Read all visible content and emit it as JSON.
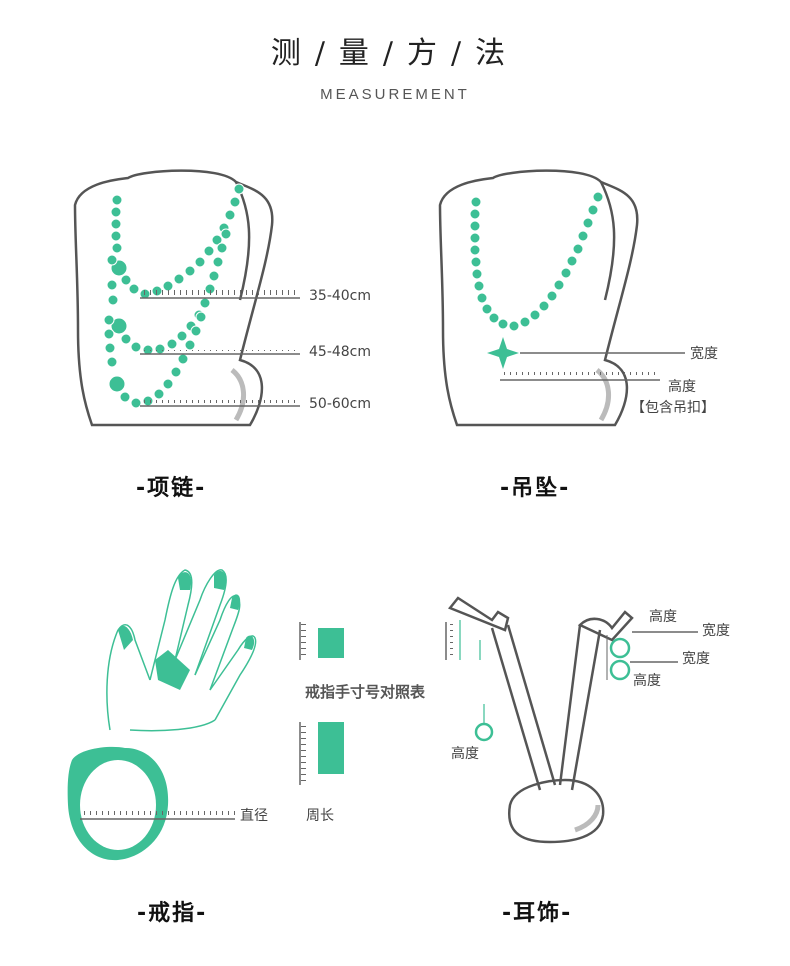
{
  "header": {
    "title": "测/量/方/法",
    "subtitle": "MEASUREMENT"
  },
  "necklace": {
    "label": "-项链-",
    "measures": [
      "35-40cm",
      "45-48cm",
      "50-60cm"
    ]
  },
  "pendant": {
    "label": "-吊坠-",
    "width_label": "宽度",
    "height_label": "高度",
    "note": "【包含吊扣】"
  },
  "ring": {
    "label": "-戒指-",
    "chart_title": "戒指手寸号对照表",
    "diameter_label": "直径",
    "circumference_label": "周长"
  },
  "earring": {
    "label": "-耳饰-",
    "left_height_label": "高度",
    "right_height_label_1": "高度",
    "right_width_label_1": "宽度",
    "right_width_label_2": "宽度",
    "right_height_label_2": "高度"
  },
  "colors": {
    "accent": "#3dbf95",
    "outline": "#555555",
    "ruler": "#666666"
  }
}
